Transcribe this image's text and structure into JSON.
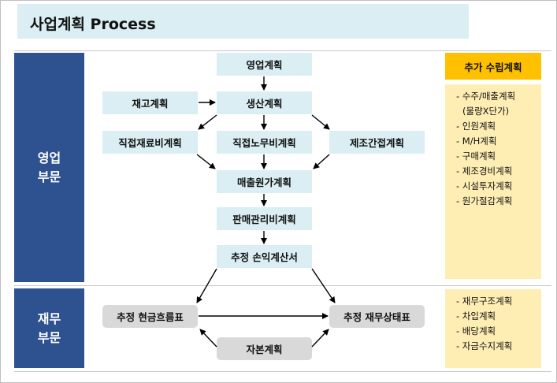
{
  "title": "사업계획 Process",
  "sections": {
    "sales": "영업\n부문",
    "finance": "재무\n부문"
  },
  "nodes": {
    "sales_plan": "영업계획",
    "inventory_plan": "재고계획",
    "production_plan": "생산계획",
    "direct_material": "직접재료비계획",
    "direct_labor": "직접노무비계획",
    "overhead": "제조간접계획",
    "cost_of_sales": "매출원가계획",
    "sga": "판매관리비계획",
    "est_income": "추정 손익계산서",
    "est_cashflow": "추정 현금흐름표",
    "est_balance": "추정 재무상태표",
    "capital_plan": "자본계획"
  },
  "side": {
    "header": "추가 수립계획",
    "sales_items": [
      "- 수주/매출계획",
      "(물량X단가)",
      "- 인원계획",
      "- M/H계획",
      "- 구매계획",
      "- 제조경비계획",
      "- 시설투자계획",
      "- 원가절감계획"
    ],
    "finance_items": [
      "- 재무구조계획",
      "- 차입계획",
      "- 배당계획",
      "- 자금수지계획"
    ]
  }
}
